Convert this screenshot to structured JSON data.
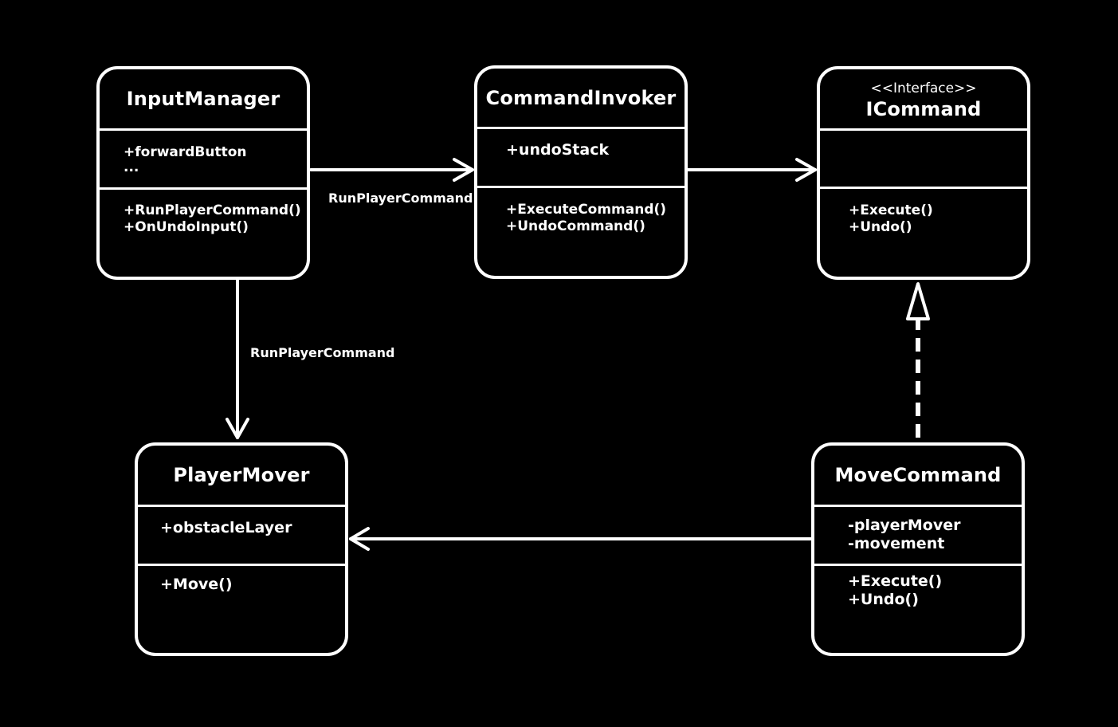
{
  "classes": {
    "input_manager": {
      "name": "InputManager",
      "attributes": [
        "+forwardButton",
        "..."
      ],
      "methods": [
        "+RunPlayerCommand()",
        "+OnUndoInput()"
      ]
    },
    "command_invoker": {
      "name": "CommandInvoker",
      "attributes": [
        "+undoStack"
      ],
      "methods": [
        "+ExecuteCommand()",
        "+UndoCommand()"
      ]
    },
    "icommand": {
      "stereotype": "<<Interface>>",
      "name": "ICommand",
      "attributes": [],
      "methods": [
        "+Execute()",
        "+Undo()"
      ]
    },
    "player_mover": {
      "name": "PlayerMover",
      "attributes": [
        "+obstacleLayer"
      ],
      "methods": [
        "+Move()"
      ]
    },
    "move_command": {
      "name": "MoveCommand",
      "attributes": [
        "-playerMover",
        "-movement"
      ],
      "methods": [
        "+Execute()",
        "+Undo()"
      ]
    }
  },
  "relations": {
    "input_to_invoker": {
      "label": "RunPlayerCommand",
      "kind": "association"
    },
    "input_to_player_mover": {
      "label": "RunPlayerCommand",
      "kind": "association"
    },
    "invoker_to_icommand": {
      "label": "",
      "kind": "association"
    },
    "move_command_realizes_icommand": {
      "label": "",
      "kind": "realization"
    },
    "move_command_to_player_mover": {
      "label": "",
      "kind": "association"
    }
  },
  "colors": {
    "background": "#000000",
    "foreground": "#ffffff"
  }
}
